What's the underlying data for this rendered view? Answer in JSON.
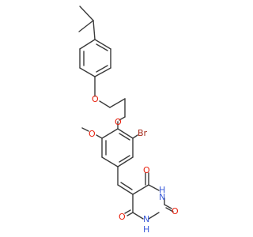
{
  "molecule": {
    "atom_labels": {
      "ether_o1": "O",
      "ether_o2": "O",
      "methoxy_o": "O",
      "bromine": "Br",
      "carbonyl_o_top": "O",
      "carbonyl_o_bottom": "O",
      "carbonyl_o_right": "O",
      "nh_top": "H",
      "n_top": "N",
      "nh_bottom": "H",
      "n_bottom": "N"
    },
    "colors": {
      "bond": "#3a3a3a",
      "oxygen": "#e8200d",
      "nitrogen": "#3a5bd9",
      "bromine": "#a52a1a",
      "background": "#ffffff"
    }
  }
}
